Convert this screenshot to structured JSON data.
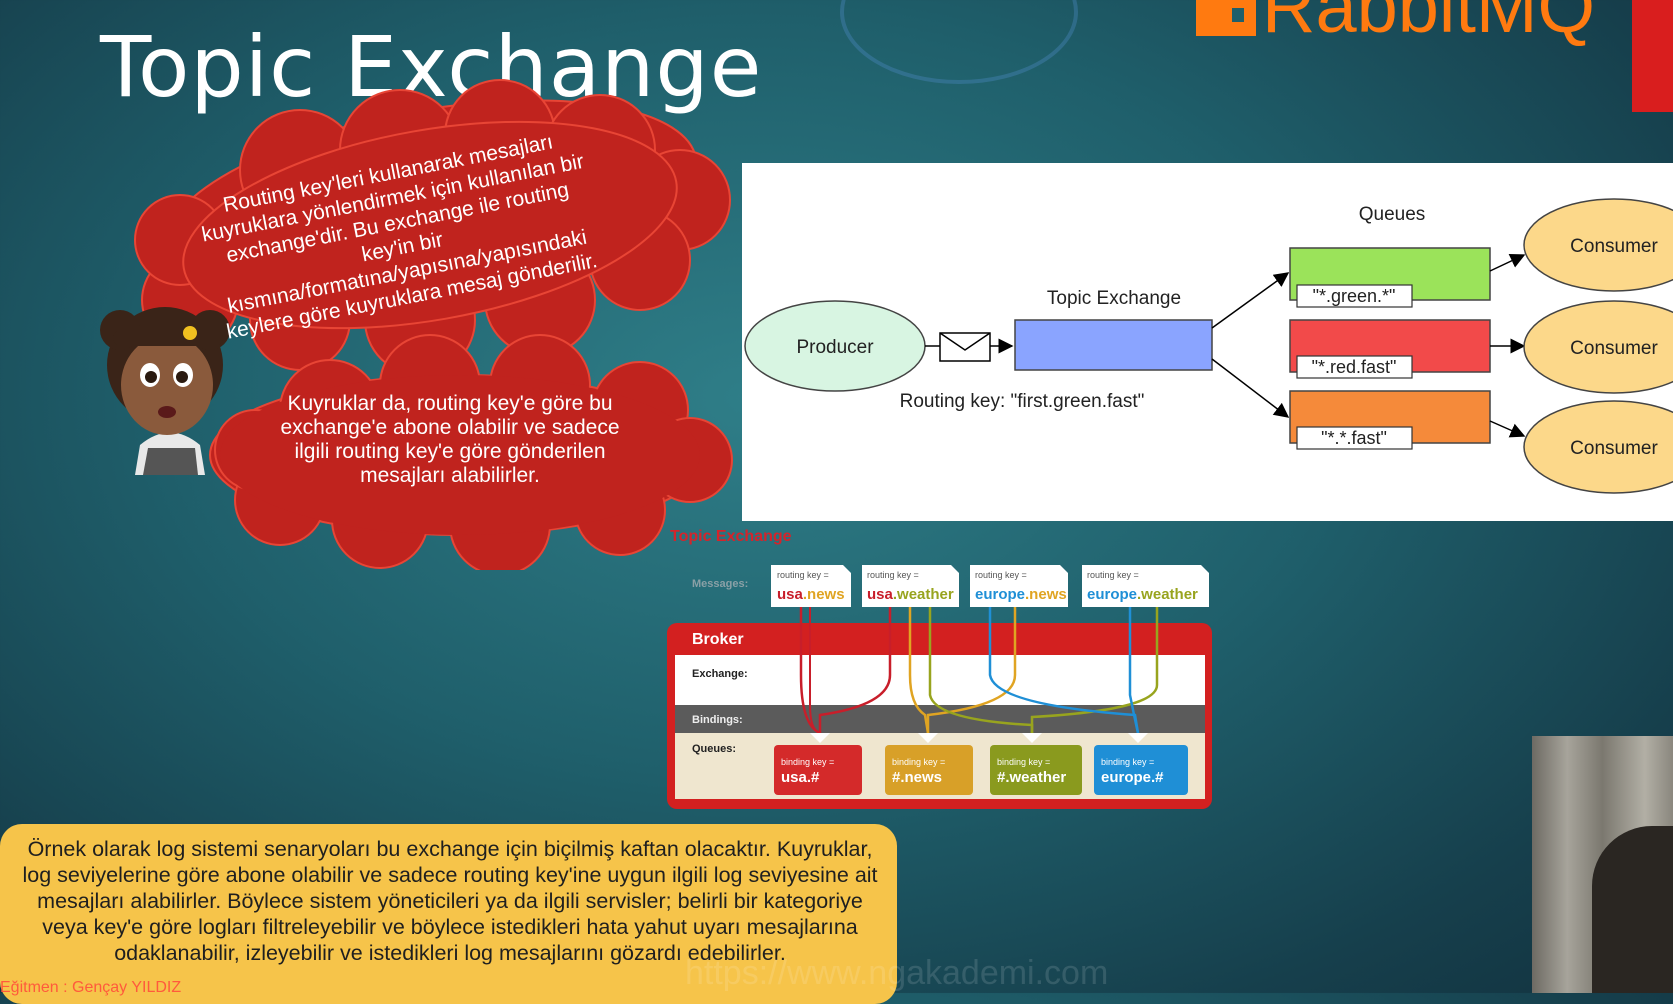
{
  "slide": {
    "title": "Topic Exchange",
    "logo_text": "RabbitMQ",
    "cloud1_text": "Routing key'leri kullanarak mesajları kuyruklara yönlendirmek için kullanılan bir exchange'dir. Bu exchange ile routing key'in bir kısmına/formatına/yapısına/yapısındaki keylere göre kuyruklara mesaj gönderilir.",
    "cloud2_text": "Kuyruklar da, routing key'e göre bu exchange'e abone olabilir ve sadece ilgili routing key'e göre gönderilen mesajları alabilirler.",
    "note_text": "Örnek olarak log sistemi senaryoları bu exchange için biçilmiş kaftan olacaktır. Kuyruklar, log seviyelerine göre abone olabilir ve sadece routing key'ine uygun ilgili log seviyesine ait mesajları alabilirler. Böylece sistem yöneticileri ya da ilgili servisler; belirli bir kategoriye veya key'e göre logları filtreleyebilir ve böylece istedikleri hata yahut uyarı mesajlarına odaklanabilir, izleyebilir ve istedikleri log mesajlarını gözardı edebilirler.",
    "author": "Eğitmen : Gençay YILDIZ",
    "watermark": "https://www.ngakademi.com"
  },
  "diagram": {
    "producer": "Producer",
    "exchange_label": "Topic Exchange",
    "routing_key": "Routing key: \"first.green.fast\"",
    "queues_label": "Queues",
    "queues": [
      {
        "binding": "\"*.green.*\"",
        "color": "#9be35a"
      },
      {
        "binding": "\"*.red.fast\"",
        "color": "#f24a4a"
      },
      {
        "binding": "\"*.*.fast\"",
        "color": "#f58a3a"
      }
    ],
    "consumers": [
      "Consumer",
      "Consumer",
      "Consumer"
    ],
    "exchange_color": "#8aa4ff",
    "producer_color": "#d8f5e2",
    "consumer_color": "#fcd88a"
  },
  "broker": {
    "section_title": "Topic Exchange",
    "messages_label": "Messages:",
    "broker_label": "Broker",
    "exchange_label": "Exchange:",
    "bindings_label": "Bindings:",
    "queues_label": "Queues:",
    "routing_key_prefix": "routing key =",
    "binding_key_prefix": "binding key =",
    "messages": [
      {
        "a": "usa",
        "b": ".news"
      },
      {
        "a": "usa",
        "b": ".weather"
      },
      {
        "a": "europe",
        "b": ".news"
      },
      {
        "a": "europe",
        "b": ".weather"
      }
    ],
    "queues": [
      {
        "key": "usa.#",
        "color": "#d42a2a"
      },
      {
        "key": "#.news",
        "color": "#d8a028"
      },
      {
        "key": "#.weather",
        "color": "#8a9a1e"
      },
      {
        "key": "europe.#",
        "color": "#1f8fd6"
      }
    ],
    "colors": {
      "usa": "#c81e2a",
      "europe": "#1f8fd6",
      "news": "#e0a422",
      "weather": "#98a41e",
      "broker_red": "#d32020"
    }
  }
}
